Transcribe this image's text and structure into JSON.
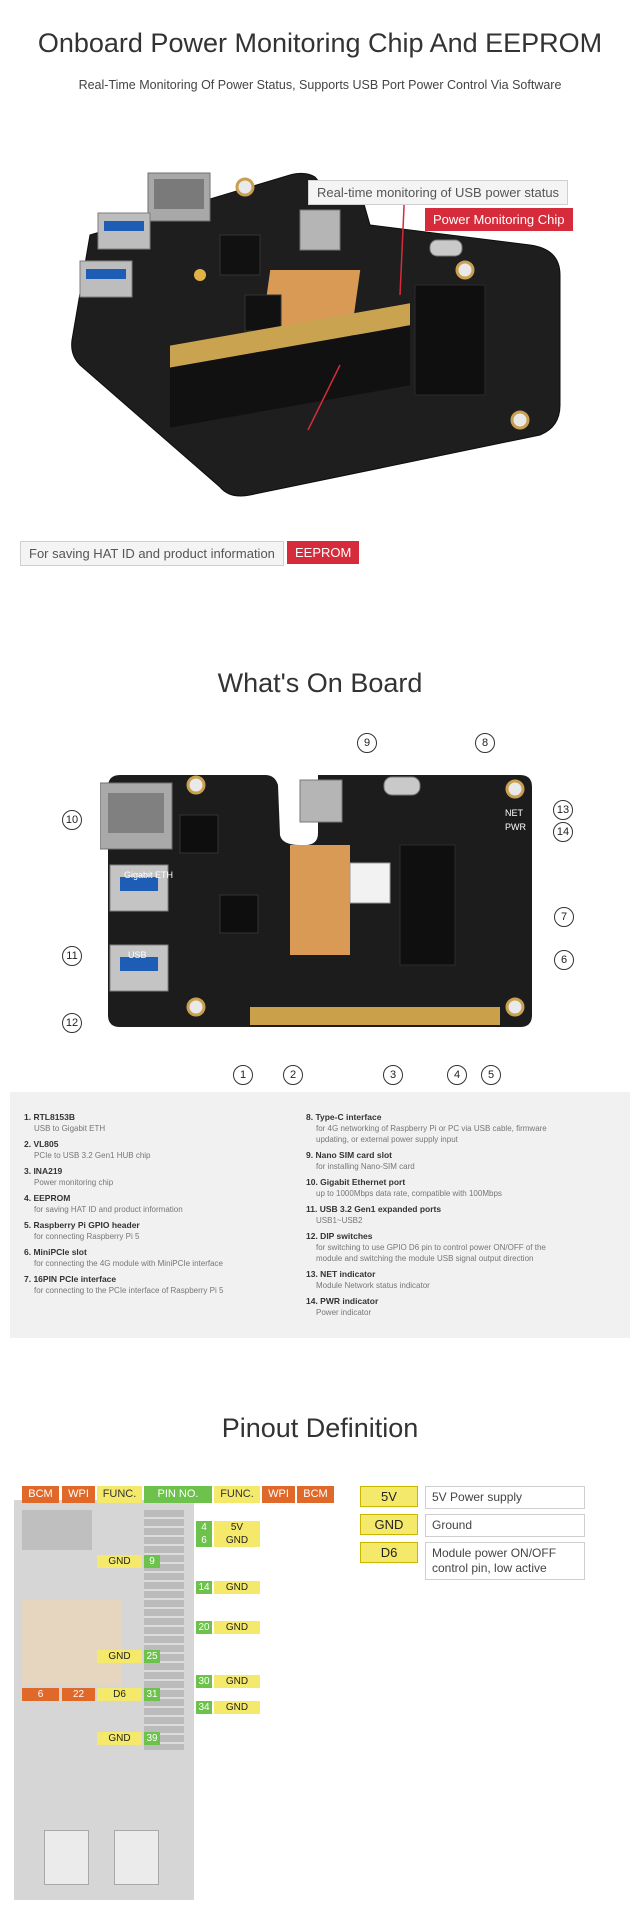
{
  "section1": {
    "title": "Onboard Power Monitoring Chip And EEPROM",
    "subtitle": "Real-Time Monitoring Of Power Status, Supports USB Port Power Control Via Software",
    "callout_usb": "Real-time monitoring of USB power status",
    "callout_chip": "Power Monitoring Chip",
    "callout_hat": "For saving HAT ID and product information",
    "callout_eeprom": "EEPROM"
  },
  "section2": {
    "title": "What's On Board",
    "board_labels": {
      "eth": "Gigabit ETH",
      "usb": "USB",
      "net": "NET",
      "pwr": "PWR"
    },
    "numbers": [
      "1",
      "2",
      "3",
      "4",
      "5",
      "6",
      "7",
      "8",
      "9",
      "10",
      "11",
      "12",
      "13",
      "14"
    ],
    "specs_left": [
      {
        "title": "1. RTL8153B",
        "desc": "USB to Gigabit ETH"
      },
      {
        "title": "2. VL805",
        "desc": "PCIe to USB 3.2 Gen1 HUB chip"
      },
      {
        "title": "3. INA219",
        "desc": "Power monitoring chip"
      },
      {
        "title": "4. EEPROM",
        "desc": "for saving HAT ID and product information"
      },
      {
        "title": "5. Raspberry Pi GPIO header",
        "desc": "for connecting Raspberry Pi 5"
      },
      {
        "title": "6. MiniPCIe slot",
        "desc": "for connecting the 4G module with MiniPCIe interface"
      },
      {
        "title": "7. 16PIN PCIe interface",
        "desc": "for connecting to the PCIe interface of Raspberry Pi 5"
      }
    ],
    "specs_right": [
      {
        "title": "8. Type-C interface",
        "desc": "for 4G networking of Raspberry Pi or PC via USB cable, firmware",
        "desc2": "updating, or external power supply input"
      },
      {
        "title": "9. Nano SIM card slot",
        "desc": "for installing Nano-SIM card"
      },
      {
        "title": "10. Gigabit Ethernet port",
        "desc": "up to 1000Mbps data rate, compatible with 100Mbps"
      },
      {
        "title": "11. USB 3.2 Gen1 expanded ports",
        "desc": "USB1~USB2"
      },
      {
        "title": "12. DIP switches",
        "desc": "for switching to use GPIO D6 pin to control power ON/OFF of the",
        "desc2": "module and switching the module USB signal output direction"
      },
      {
        "title": "13. NET indicator",
        "desc": "Module Network status indicator"
      },
      {
        "title": "14. PWR indicator",
        "desc": "Power indicator"
      }
    ]
  },
  "section3": {
    "title": "Pinout Definition",
    "headers": [
      "BCM",
      "WPI",
      "FUNC.",
      "PIN NO.",
      "FUNC.",
      "WPI",
      "BCM"
    ],
    "left_pins": [
      {
        "func": "GND",
        "pin": "9"
      },
      {
        "func": "GND",
        "pin": "25"
      },
      {
        "bcm": "6",
        "wpi": "22",
        "func": "D6",
        "pin": "31"
      },
      {
        "func": "GND",
        "pin": "39"
      }
    ],
    "right_pins": [
      {
        "pin": "4",
        "func": "5V"
      },
      {
        "pin": "6",
        "func": "GND"
      },
      {
        "pin": "14",
        "func": "GND"
      },
      {
        "pin": "20",
        "func": "GND"
      },
      {
        "pin": "30",
        "func": "GND"
      },
      {
        "pin": "34",
        "func": "GND"
      }
    ],
    "legend": [
      {
        "key": "5V",
        "value": "5V Power supply"
      },
      {
        "key": "GND",
        "value": "Ground"
      },
      {
        "key": "D6",
        "value": "Module power ON/OFF",
        "value2": "control pin, low active"
      }
    ]
  },
  "colors": {
    "accent_red": "#d62b3a",
    "pin_yellow": "#f4e96a",
    "pin_orange": "#e0692a",
    "pin_green": "#6cc24a",
    "pcb": "#1b1b1b"
  }
}
